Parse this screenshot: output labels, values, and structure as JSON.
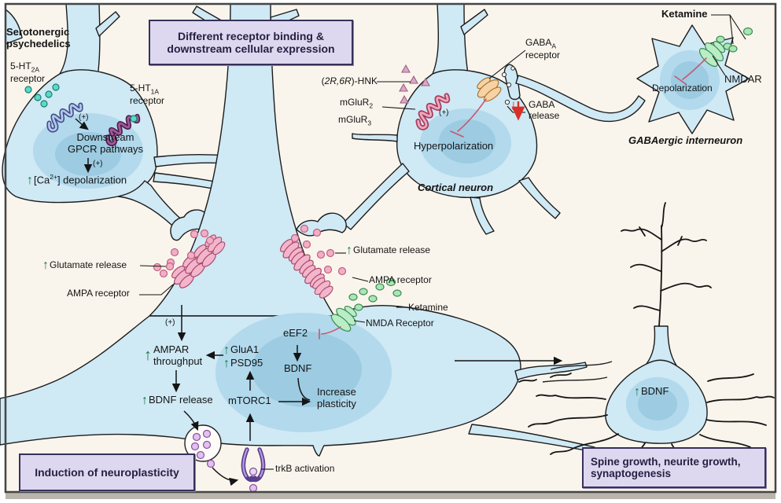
{
  "icons": {
    "up_arrow": "↑",
    "down_arrow": "↓"
  },
  "misc": {
    "plus": "(+)"
  },
  "colors": {
    "background": "#faf5ec",
    "neuron_fill": "#cfe9f5",
    "neuron_stroke": "#1c1c1c",
    "nucleus": "#b2d9ec",
    "nucleus_inner": "#9ccbe2",
    "box_fill": "#ddd8ef",
    "box_border": "#37315a",
    "box_text": "#272043",
    "green": "#157a45",
    "red": "#d82f27",
    "inhibit": "#c9566f",
    "ampa_pink": "#f3b5cb",
    "mglur_pink": "#eba9bd",
    "nmda_green": "#b9edc5",
    "gaba_orange": "#f6d2a4",
    "trkb_purple": "#b79be0",
    "serotonin_teal": "#56dcc8",
    "ht2a_blue": "#b9c6ea",
    "ht1a_purple": "#a05a9a",
    "bdnf_lilac": "#e2c1ee"
  },
  "title_box": {
    "line1": "Different receptor binding &",
    "line2": "downstream cellular expression"
  },
  "serotonergic": {
    "heading1": "Serotonergic",
    "heading2": "psychedelics",
    "ht2a": {
      "base": "5-HT",
      "sub": "2A",
      "line2": "receptor"
    },
    "ht1a": {
      "base": "5-HT",
      "sub": "1A",
      "line2": "receptor"
    },
    "gpcr1": "Downstream",
    "gpcr2": "GPCR pathways",
    "calcium": {
      "pre": "[Ca",
      "sup": "2+",
      "post": "] depolarization"
    }
  },
  "cortical": {
    "hnk": {
      "pre": "(",
      "it": "2R,6R",
      "post": ")-HNK"
    },
    "mglur2": {
      "base": "mGluR",
      "sub": "2"
    },
    "mglur3": {
      "base": "mGluR",
      "sub": "3"
    },
    "hyperpolarization": "Hyperpolarization",
    "name": "Cortical neuron"
  },
  "gaba": {
    "receptor": {
      "base": "GABA",
      "sub": "A",
      "line2": "receptor"
    },
    "release1": "GABA",
    "release2": "release"
  },
  "interneuron": {
    "ketamine": "Ketamine",
    "nmdar": "NMDAR",
    "depolarization": "Depolarization",
    "name": "GABAergic interneuron"
  },
  "glutamate_left": {
    "label": "Glutamate release",
    "ampa": "AMPA receptor"
  },
  "glutamate_right": {
    "label": "Glutamate release",
    "ampa": "AMPA receptor",
    "ketamine": "Ketamine",
    "nmda": "NMDA Receptor"
  },
  "cascade": {
    "eef2": "eEF2",
    "bdnf": "BDNF",
    "ampar1": "AMPAR",
    "ampar2": "throughput",
    "glua1": "GluA1",
    "psd95": "PSD95",
    "bdnf_release": "BDNF release",
    "mtorc1": "mTORC1",
    "increase1": "Increase",
    "increase2": "plasticity",
    "trkb": "trkB activation"
  },
  "outcome": {
    "bdnf": "BDNF",
    "box1": "Spine growth, neurite growth,",
    "box2": "synaptogenesis"
  },
  "induction_box": "Induction of neuroplasticity"
}
